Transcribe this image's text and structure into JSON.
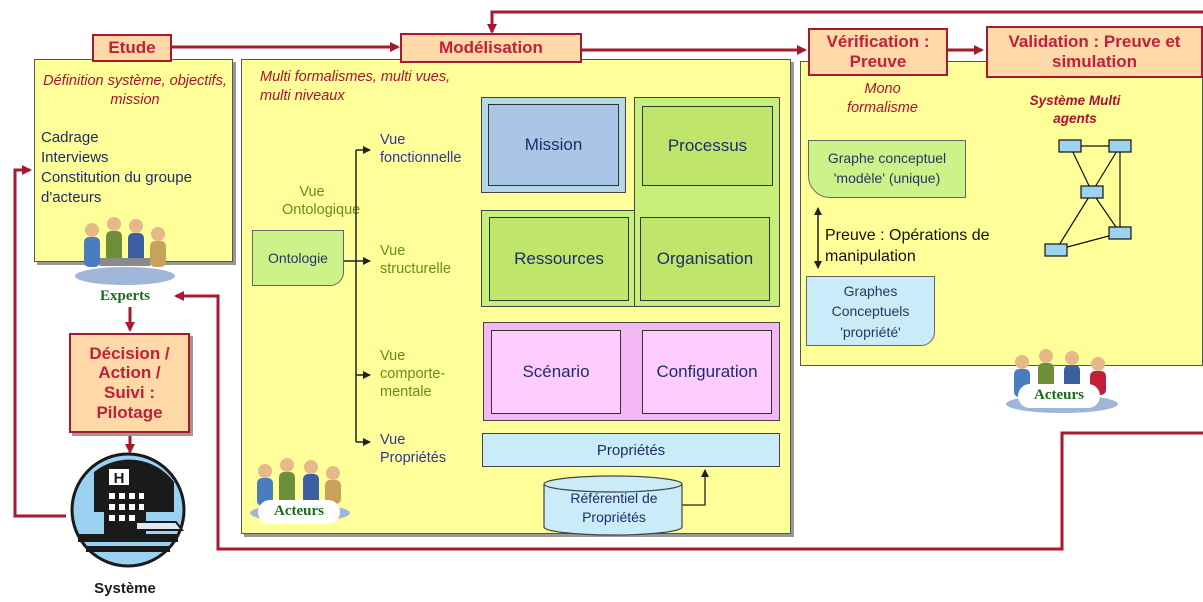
{
  "etude": {
    "title": "Etude",
    "subtitle": "Définition système, objectifs, mission",
    "items": [
      "Cadrage",
      "Interviews",
      "Constitution du groupe",
      "d'acteurs"
    ],
    "actor_label": "Experts"
  },
  "decision": {
    "title": "Décision / Action / Suivi : Pilotage"
  },
  "systeme": {
    "label": "Système"
  },
  "modelisation": {
    "title": "Modélisation",
    "subtitle": "Multi formalismes, multi vues, multi niveaux",
    "vue_ontologique": "Vue Ontologique",
    "ontologie": "Ontologie",
    "vues": {
      "fonctionnelle": "Vue fonctionnelle",
      "structurelle": "Vue structurelle",
      "comportementale": "Vue comporte-mentale",
      "proprietes": "Vue Propriétés"
    },
    "boxes": {
      "mission": "Mission",
      "processus": "Processus",
      "ressources": "Ressources",
      "organisation": "Organisation",
      "scenario": "Scénario",
      "configuration": "Configuration",
      "proprietes": "Propriétés",
      "referentiel": "Référentiel de Propriétés"
    },
    "actor_label": "Acteurs"
  },
  "verification": {
    "title": "Vérification : Preuve",
    "subtitle": "Mono formalisme",
    "graphe_modele": "Graphe conceptuel 'modèle' (unique)",
    "preuve": "Preuve : Opérations de manipulation",
    "graphes_propriete": "Graphes Conceptuels 'propriété'"
  },
  "validation": {
    "title": "Validation : Preuve et simulation",
    "subtitle": "Système Multi agents",
    "actor_label": "Acteurs"
  },
  "colors": {
    "arrow": "#a6192e",
    "header_bg": "#ffd9a8",
    "panel_bg": "#ffff99"
  }
}
